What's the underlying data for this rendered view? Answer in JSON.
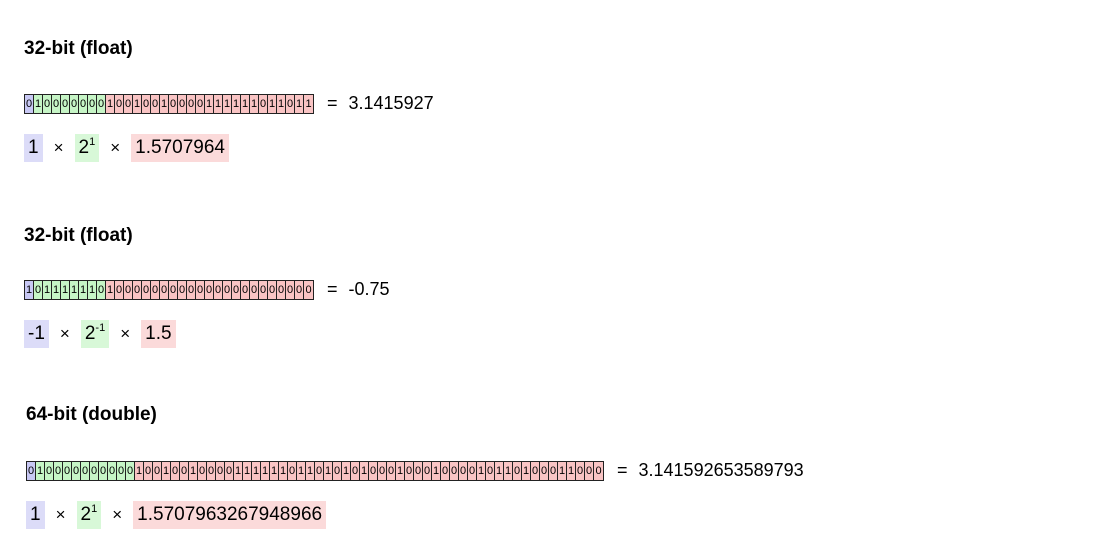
{
  "colors": {
    "sign": "#c8c8f4",
    "exponent": "#c6f5c6",
    "mantissa": "#f9c4c4",
    "sign_bg": "#dcdcf8",
    "exponent_bg": "#d8f8d8",
    "mantissa_bg": "#fbdada"
  },
  "examples": [
    {
      "title": "32-bit (float)",
      "sign_bits": "0",
      "exponent_bits": "10000000",
      "mantissa_bits": "10010010000111111011011",
      "equals": "=",
      "value": "3.1415927",
      "formula": {
        "sign": "1",
        "times": "×",
        "base": "2",
        "exp": "1",
        "mantissa": "1.5707964"
      }
    },
    {
      "title": "32-bit (float)",
      "sign_bits": "1",
      "exponent_bits": "01111110",
      "mantissa_bits": "10000000000000000000000",
      "equals": "=",
      "value": "-0.75",
      "formula": {
        "sign": "-1",
        "times": "×",
        "base": "2",
        "exp": "-1",
        "mantissa": "1.5"
      }
    },
    {
      "title": "64-bit (double)",
      "sign_bits": "0",
      "exponent_bits": "10000000000",
      "mantissa_bits": "1001001000011111101101010100010001000010110100011000",
      "equals": "=",
      "value": "3.141592653589793",
      "formula": {
        "sign": "1",
        "times": "×",
        "base": "2",
        "exp": "1",
        "mantissa": "1.5707963267948966"
      }
    }
  ]
}
